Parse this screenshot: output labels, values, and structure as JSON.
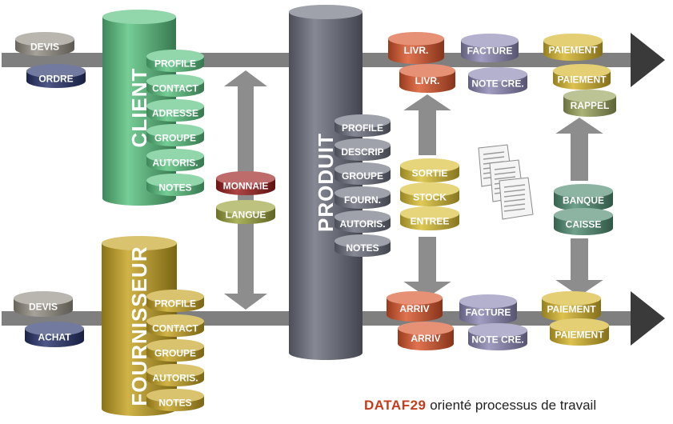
{
  "client": {
    "title": "CLIENT",
    "items": [
      "PROFILE",
      "CONTACT",
      "ADRESSE",
      "GROUPE",
      "AUTORIS.",
      "NOTES"
    ]
  },
  "fournisseur": {
    "title": "FOURNISSEUR",
    "items": [
      "PROFILE",
      "CONTACT",
      "GROUPE",
      "AUTORIS.",
      "NOTES"
    ]
  },
  "produit": {
    "title": "PRODUIT",
    "items": [
      "PROFILE",
      "DESCRIP",
      "GROUPE",
      "FOURN.",
      "AUTORIS.",
      "NOTES"
    ]
  },
  "shared": {
    "monnaie": "MONNAIE",
    "langue": "LANGUE"
  },
  "vente_flow": {
    "devis": "DEVIS",
    "ordre": "ORDRE",
    "livraison": [
      "LIVR.",
      "LIVR."
    ],
    "facture": "FACTURE",
    "note_credit": "NOTE CRE.",
    "paiement": [
      "PAIEMENT",
      "PAIEMENT"
    ],
    "rappel": "RAPPEL"
  },
  "achat_flow": {
    "devis": "DEVIS",
    "achat": "ACHAT",
    "arrivage": [
      "ARRIV",
      "ARRIV"
    ],
    "facture": "FACTURE",
    "note_credit": "NOTE CRE.",
    "paiement": [
      "PAIEMENT",
      "PAIEMENT"
    ]
  },
  "stock": {
    "items": [
      "SORTIE",
      "STOCK",
      "ENTREE"
    ]
  },
  "tresorerie": {
    "items": [
      "BANQUE",
      "CAISSE"
    ]
  },
  "footer": {
    "brand": "DATAF29",
    "tagline": " orienté processus de travail"
  },
  "colors": {
    "client": "#58c27f",
    "fournisseur": "#c6a320",
    "produit": "#6b6f7d",
    "livr": "#d9542a",
    "facture": "#8c87b4",
    "paiement": "#d6b52a",
    "rappel": "#98a25a",
    "stock": "#d8be32",
    "banque": "#4f8c72",
    "monnaie": "#9b1c1c",
    "langue": "#9aa23a",
    "devis": "#948f84",
    "ordre": "#27326b",
    "arrow": "#8d8d8d",
    "flow": "#3a3a3a"
  },
  "icons": [
    "flow-arrow-vente",
    "flow-arrow-achat",
    "documents-icon"
  ]
}
